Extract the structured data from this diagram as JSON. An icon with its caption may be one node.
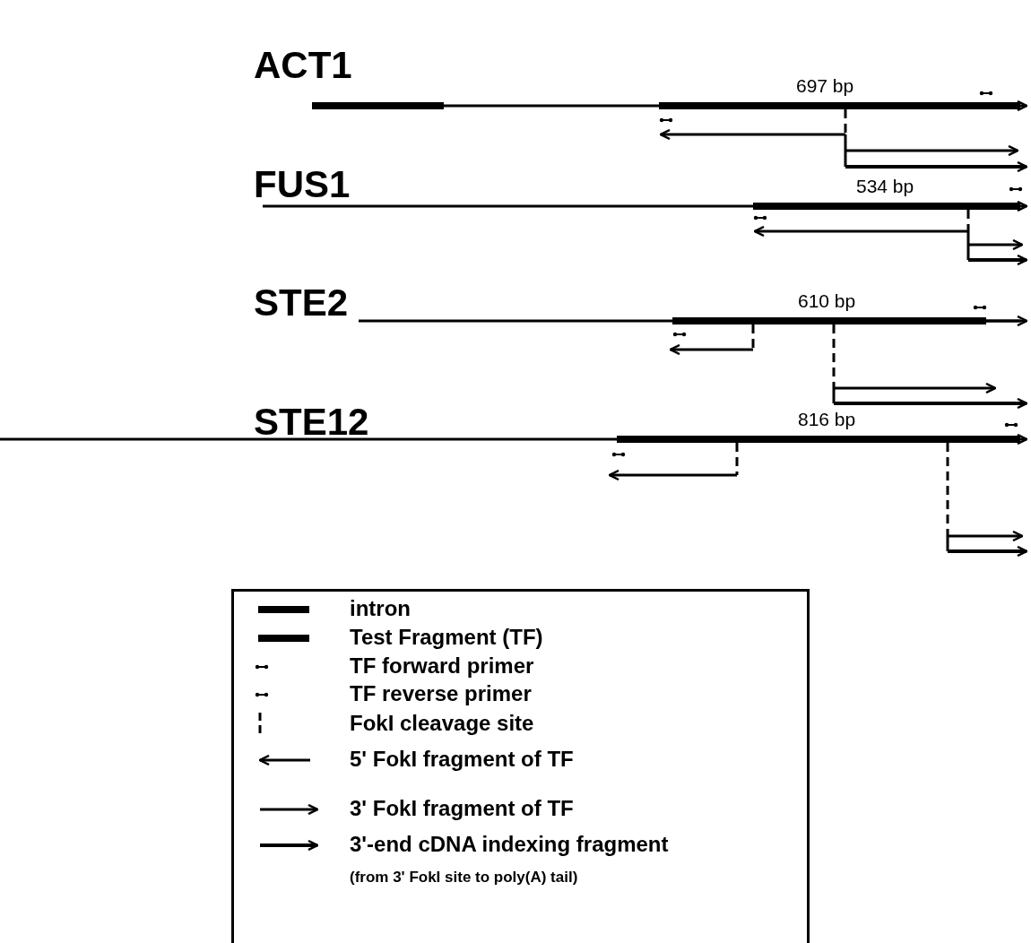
{
  "diagram": {
    "labels": [
      "ACT1",
      "697 bp",
      "FUS1",
      "534 bp",
      "STE2",
      "610 bp",
      "STE12",
      "816 bp",
      "(from 3' FokI site to poly(A) tail)"
    ],
    "legend": [
      {
        "text": "intron"
      },
      {
        "text": "Test Fragment (TF)"
      },
      {
        "text": "TF forward primer"
      },
      {
        "text": "TF reverse primer"
      },
      {
        "text": "FokI cleavage site"
      },
      {
        "text": "5' FokI fragment of TF"
      },
      {
        "text": "3' FokI fragment of TF"
      },
      {
        "text": "3'-end cDNA indexing fragment"
      }
    ]
  }
}
